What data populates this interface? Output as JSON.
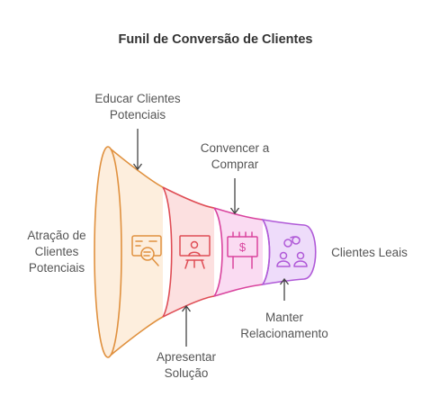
{
  "title": "Funil de Conversão de Clientes",
  "labels": {
    "atracao": [
      "Atração de",
      "Clientes",
      "Potenciais"
    ],
    "educar": [
      "Educar Clientes",
      "Potenciais"
    ],
    "convencer": [
      "Convencer a",
      "Comprar"
    ],
    "clientes_leais": [
      "Clientes Leais"
    ],
    "apresentar": [
      "Apresentar",
      "Solução"
    ],
    "manter": [
      "Manter",
      "Relacionamento"
    ]
  },
  "stages": [
    {
      "name": "Atração de Clientes Potenciais",
      "fill": "#fdeedd",
      "stroke": "#e0913f",
      "icon": "content-search-icon"
    },
    {
      "name": "Apresentar Solução",
      "fill": "#fce0e0",
      "stroke": "#df4d55",
      "icon": "presentation-icon"
    },
    {
      "name": "Convencer a Comprar",
      "fill": "#fadbf2",
      "stroke": "#d9449e",
      "icon": "price-billboard-icon"
    },
    {
      "name": "Clientes Leais",
      "fill": "#eedcfa",
      "stroke": "#b05ad8",
      "icon": "relationship-people-icon"
    }
  ]
}
